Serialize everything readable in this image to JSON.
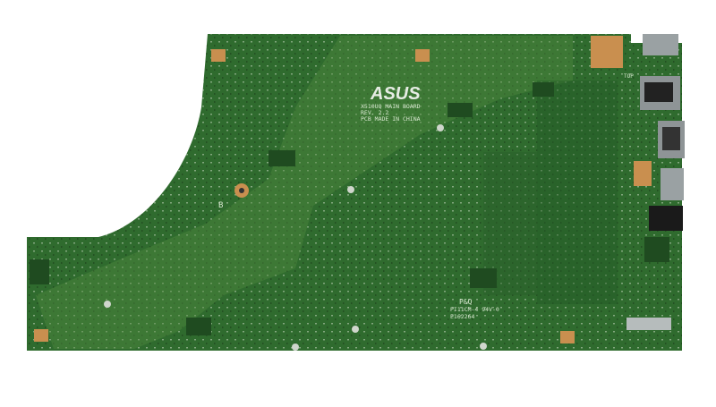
{
  "board": {
    "logo": "ASUS",
    "model": "X510UQ MAIN BOARD",
    "revision": "REV. 2.2",
    "origin": "PCB MADE IN CHINA",
    "vendor_mark": "P&Q",
    "date_code": "PI11CM-4 94V-0",
    "cert_number": "E162264",
    "top_label": "TOP",
    "side_letter": "B"
  },
  "colors": {
    "pcb": "#2f6b2e",
    "pcb_light": "#4f8a3f",
    "pcb_dark": "#245a25",
    "pad_copper": "#c98f4f",
    "port_metal": "#9aa1a3"
  }
}
